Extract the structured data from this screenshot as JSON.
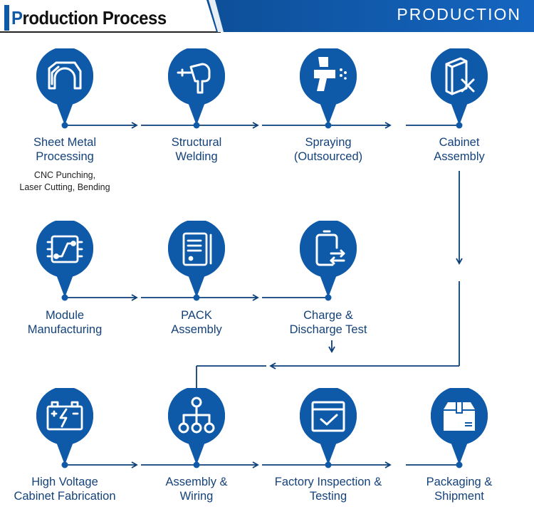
{
  "header": {
    "title_first": "P",
    "title_rest": "roduction Process",
    "banner": "PRODUCTION"
  },
  "colors": {
    "primary": "#0f5aa8",
    "dark": "#0b3f7a",
    "text": "#14427a"
  },
  "steps": [
    {
      "icon": "sheet-metal-icon",
      "label_1": "Sheet Metal",
      "label_2": "Processing",
      "sub_1": "CNC Punching,",
      "sub_2": "Laser Cutting, Bending"
    },
    {
      "icon": "welding-torch-icon",
      "label_1": "Structural",
      "label_2": "Welding"
    },
    {
      "icon": "spray-gun-icon",
      "label_1": "Spraying",
      "label_2": "(Outsourced)"
    },
    {
      "icon": "cabinet-tools-icon",
      "label_1": "Cabinet",
      "label_2": "Assembly"
    },
    {
      "icon": "circuit-module-icon",
      "label_1": "Module",
      "label_2": "Manufacturing"
    },
    {
      "icon": "battery-pack-icon",
      "label_1": "PACK",
      "label_2": "Assembly"
    },
    {
      "icon": "battery-charge-icon",
      "label_1": "Charge &",
      "label_2": "Discharge Test"
    },
    {
      "icon": "hv-battery-icon",
      "label_1": "High Voltage",
      "label_2": "Cabinet Fabrication"
    },
    {
      "icon": "wiring-tree-icon",
      "label_1": "Assembly &",
      "label_2": "Wiring"
    },
    {
      "icon": "inspection-check-icon",
      "label_1": "Factory Inspection &",
      "label_2": "Testing"
    },
    {
      "icon": "package-box-icon",
      "label_1": "Packaging &",
      "label_2": "Shipment"
    }
  ]
}
